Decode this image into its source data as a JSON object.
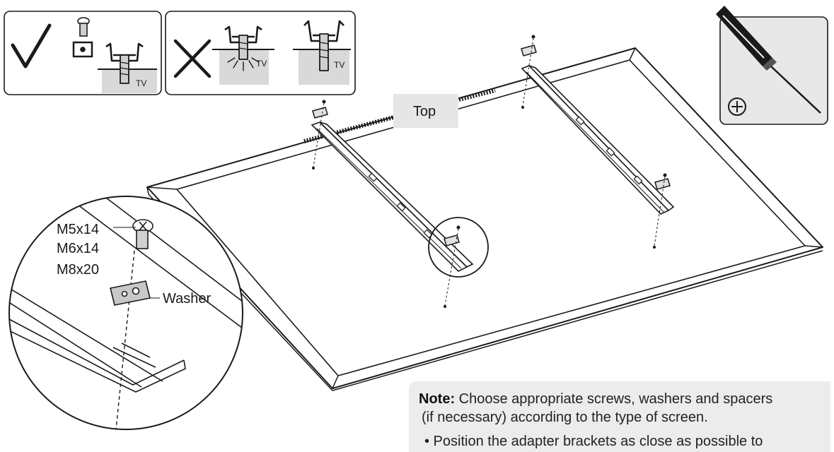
{
  "labels": {
    "tv_correct": "TV",
    "tv_wrong_short": "TV",
    "tv_wrong_long": "TV",
    "top": "Top",
    "screw_m5": "M5x14",
    "screw_m6": "M6x14",
    "screw_m8": "M8x20",
    "washer": "Washer"
  },
  "note": {
    "heading": "Note:",
    "line1": "Choose appropriate screws, washers and spacers",
    "line2": "(if necessary) according to the type of screen.",
    "line3": "• Position the adapter brackets as close as possible to"
  },
  "icons": {
    "check": "check-icon",
    "cross": "cross-icon",
    "screwdriver": "screwdriver-icon",
    "phillips": "phillips-icon"
  },
  "colors": {
    "line": "#1a1a1a",
    "panel_bg": "#ececec",
    "tv_bg": "#d9d9d9"
  }
}
